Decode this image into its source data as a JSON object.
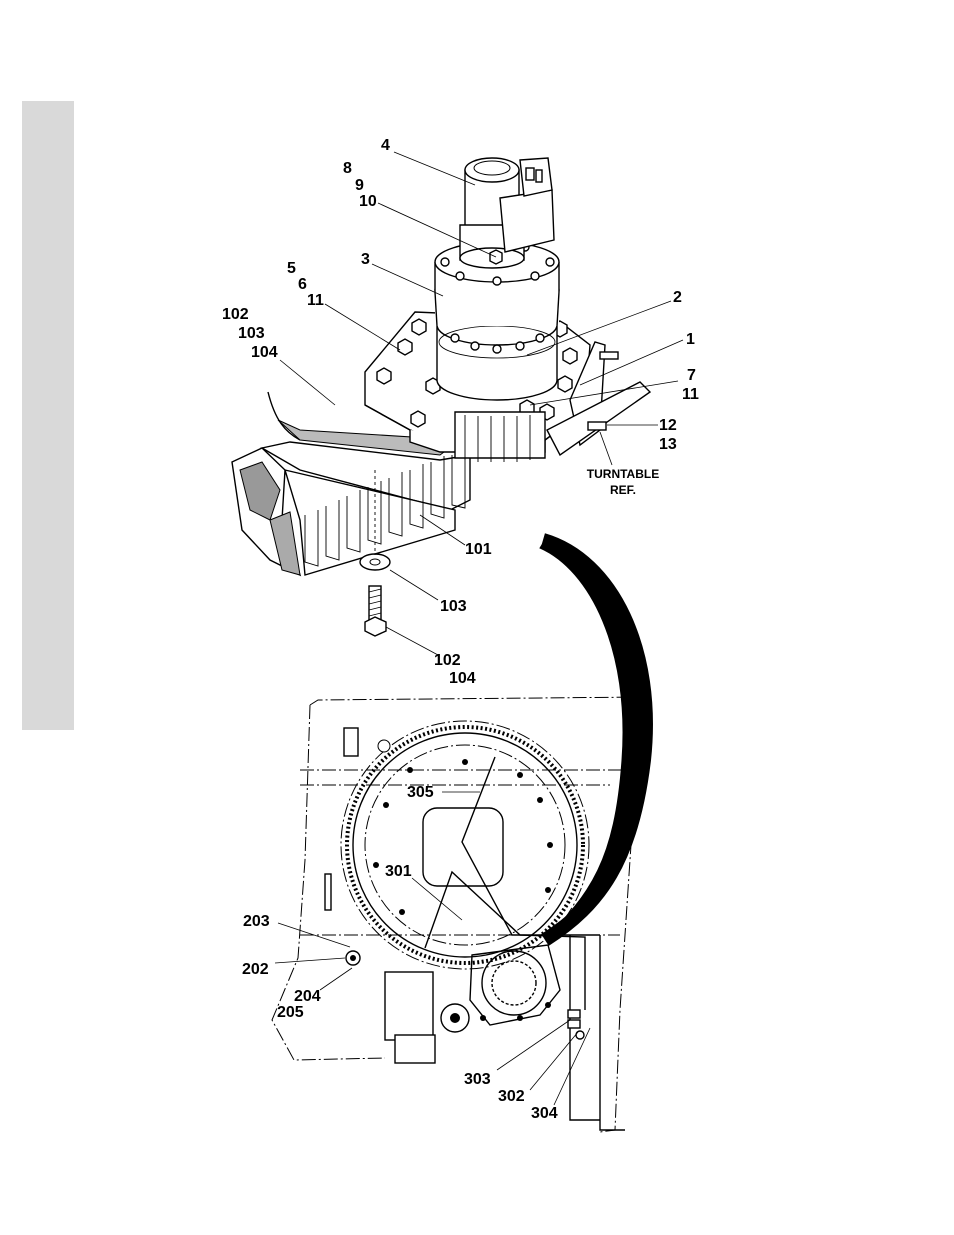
{
  "callouts": {
    "c4": "4",
    "c8": "8",
    "c9": "9",
    "c10": "10",
    "c3": "3",
    "c5": "5",
    "c6": "6",
    "c11a": "11",
    "c102a": "102",
    "c103a": "103",
    "c104a": "104",
    "c2": "2",
    "c1": "1",
    "c7": "7",
    "c11b": "11",
    "c12": "12",
    "c13": "13",
    "turntable_line1": "TURNTABLE",
    "turntable_line2": "REF.",
    "c101": "101",
    "c103b": "103",
    "c102b": "102",
    "c104b": "104",
    "c305": "305",
    "c301": "301",
    "c203": "203",
    "c202": "202",
    "c204": "204",
    "c205": "205",
    "c303": "303",
    "c302": "302",
    "c304": "304"
  },
  "colors": {
    "side_tab": "#d9d9d9",
    "ink": "#000000"
  }
}
